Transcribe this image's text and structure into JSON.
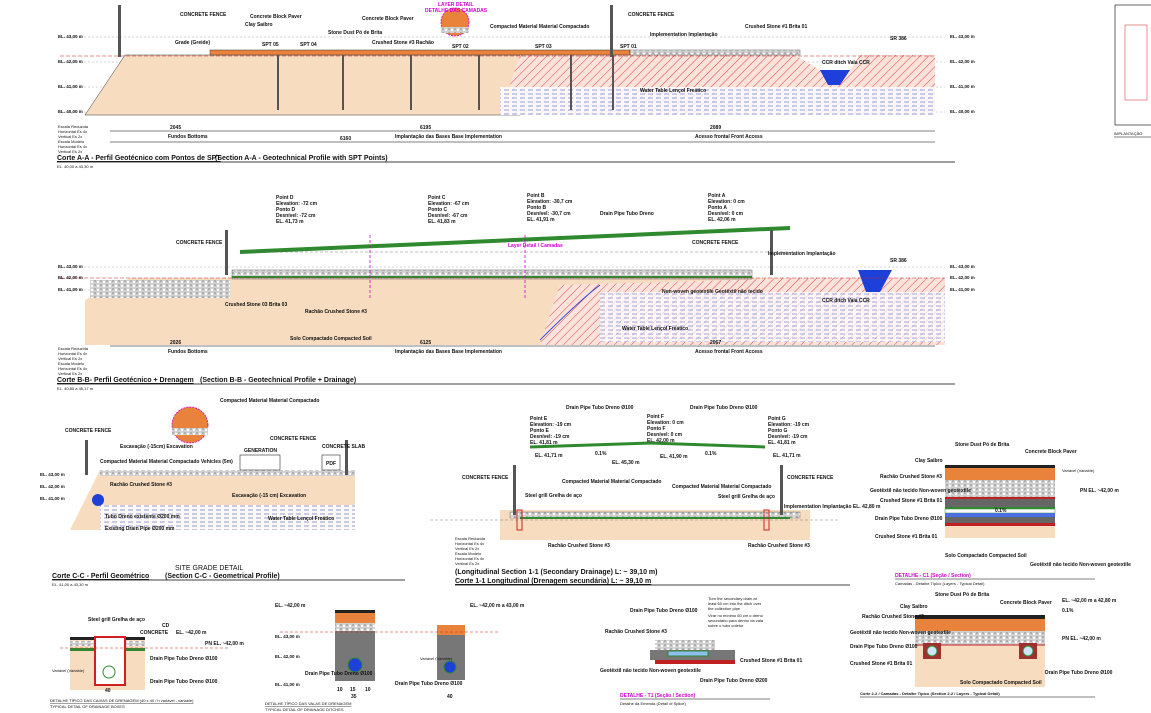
{
  "section_a": {
    "title_pt": "Corte A-A - Perfil Geotécnico com Pontos de SPT",
    "title_en": "(Section A-A - Geotechnical Profile with SPT Points)",
    "subtitle": "EL. 40,00 a 43,30 m",
    "layer_detail": "LAYER DETAIL",
    "layer_detail_pt": "DETALHE DAS CAMADAS",
    "labels": [
      "CONCRETE FENCE",
      "Concrete Block Paver",
      "Clay Saibro",
      "Stone Dust Pó de Brita",
      "Crushed Stone #3 Rachão",
      "Compacted Material Material Compactado",
      "SPT 05",
      "SPT 04",
      "SPT 02",
      "SPT 03",
      "SPT 01",
      "Grade (Greide)",
      "Implementation Implantação",
      "Crushed Stone #1 Brita 01",
      "CCR ditch Vala CCR",
      "Water Table Lençol Freático",
      "SR 386"
    ],
    "elevations": [
      "EL. 43,00 m",
      "EL. 42,00 m",
      "EL. 41,00 m",
      "EL. 40,00 m"
    ],
    "dims": [
      {
        "value": "2045",
        "label": "Fundos Bottoms"
      },
      {
        "value": "6195",
        "label": "Implantação das Bases Base Implementation"
      },
      {
        "value": "6160",
        "label": ""
      },
      {
        "value": "2089",
        "label": "Acesso frontal Front Access"
      }
    ]
  },
  "section_b": {
    "title_pt": "Corte B-B- Perfil Geotécnico + Drenagem",
    "title_en": "(Section B-B - Geotechnical Profile + Drainage)",
    "subtitle": "EL. 40,80 a 45,17 m",
    "points": [
      {
        "lines": [
          "Point D",
          "Elevation: -72 cm",
          "Ponto D",
          "Desnível: -72 cm",
          "EL. 41,73 m"
        ]
      },
      {
        "lines": [
          "Point C",
          "Elevation: -67 cm",
          "Ponto C",
          "Desnível: -67 cm",
          "EL. 41,83 m"
        ]
      },
      {
        "lines": [
          "Point B",
          "Elevation: -30,7 cm",
          "Ponto B",
          "Desnível: -30,7 cm",
          "EL. 41,91 m"
        ]
      },
      {
        "lines": [
          "Point A",
          "Elevation: 0 cm",
          "Ponto A",
          "Desnível: 0 cm",
          "EL. 42,06 m"
        ]
      }
    ],
    "labels": [
      "CONCRETE FENCE",
      "Drain Pipe Tubo Dreno",
      "Crushed Stone 03 Brita 03",
      "Rachão Crushed Stone #3",
      "Non-woven geotextile Geotêxtil não tecido",
      "Solo Compactado Compacted Soil",
      "Water Table Lençol Freático",
      "Implementation Implantação",
      "CCR ditch Vala CCR",
      "SR 386",
      "Layer Detail / Camadas"
    ],
    "elevations": [
      "EL. 43,00 m",
      "EL. 42,00 m",
      "EL. 41,00 m"
    ],
    "dims": [
      {
        "value": "2026",
        "label": "Fundos Bottoms"
      },
      {
        "value": "6125",
        "label": "Implantação das Bases Base Implementation"
      },
      {
        "value": "2067",
        "label": "Acesso frontal Front Access"
      }
    ]
  },
  "scale_note": [
    "Escala Reduzida",
    "Horizontal Es 4x",
    "Vertical Es 2x",
    "Escala Modelo",
    "Horizontal Es 4x",
    "Vertical Es 2x"
  ],
  "section_c": {
    "heading": "SITE GRADE DETAIL",
    "title_pt": "Corte C-C - Perfil Geométrico",
    "title_en": "(Section C-C - Geometrical Profile)",
    "subtitle": "EL. 41,00 a 43,30 m",
    "labels": [
      "CONCRETE FENCE",
      "Compacted Material Material Compactado",
      "Escavação (-15cm) Excavation",
      "Compacted Material Material Compactado Vehicles (5m)",
      "GENERATION",
      "CONCRETE SLAB",
      "PDF",
      "Rachão Crushed Stone #3",
      "Tubo Dreno existente Ø200 mm",
      "Existing Drain Pipe Ø200 mm",
      "Water Table Lençol Freático",
      "Escavação (-15 cm) Excavation"
    ],
    "elevations": [
      "EL. 43,00 m",
      "EL. 42,00 m",
      "EL. 41,00 m"
    ]
  },
  "section_1": {
    "title_en": "(Longitudinal Section 1-1 (Secondary Drainage) L: ~ 39,10 m)",
    "title_pt": "Corte 1-1 Longitudinal (Drenagem secundária) L: ~ 39,10 m",
    "points": [
      {
        "lines": [
          "Point E",
          "Elevation: -19 cm",
          "Ponto E",
          "Desnível: -19 cm",
          "EL. 41,81 m"
        ]
      },
      {
        "lines": [
          "Point F",
          "Elevation: 0 cm",
          "Ponto F",
          "Desnível: 0 cm",
          "EL. 42,00 m"
        ]
      },
      {
        "lines": [
          "Point G",
          "Elevation: -19 cm",
          "Ponto G",
          "Desnível: -19 cm",
          "EL. 41,81 m"
        ]
      }
    ],
    "labels": [
      "CONCRETE FENCE",
      "CONCRETE FENCE",
      "Drain Pipe Tubo Dreno Ø100",
      "Drain Pipe Tubo Dreno Ø100",
      "EL. 41,71 m",
      "EL. 45,30 m",
      "EL. 41,90 m",
      "EL. 41,71 m",
      "Compacted Material Material Compactado",
      "Compacted Material Material Compactado",
      "Steel grill Grelha de aço",
      "Steel grill Grelha de aço",
      "Implementation Implantação EL. 42,80 m",
      "0.1%",
      "0.1%",
      "Rachão Crushed Stone #3"
    ]
  },
  "detail_c1": {
    "title": "DETALHE - C1 (Seção / Section)",
    "subtitle": "Camadas - Detalhe Típico (Layers - Typical Detail)",
    "labels": [
      "Stone Dust Pó de Brita",
      "Concrete Block Paver",
      "Clay Saibro",
      "Rachão Crushed Stone #3",
      "Geotêxtil não tecido Non-woven geotextile",
      "Crushed Stone #1 Brita 01",
      "Drain Pipe Tubo Dreno Ø100",
      "Crushed Stone #1 Brita 01",
      "Solo Compactado Compacted Soil",
      "Geotêxtil não tecido Non-woven geotextile",
      "PN EL. ~42,00 m",
      "0.1%",
      "Variável (Variable)"
    ]
  },
  "detail_boxes": {
    "title_pt": "DETALHE TÍPICO DAS CAIXAS DE DRENAGEM (40 x 40 / h variável - variable)",
    "title_en": "TYPICAL DETAIL OF DRAINAGE BOXES",
    "labels": [
      "Steel grill Grelha de aço",
      "CD",
      "CONCRETE",
      "EL. ~42,00 m",
      "PN EL. ~42,00 m",
      "Drain Pipe Tubo Dreno Ø100",
      "Drain Pipe Tubo Dreno Ø100",
      "40",
      "Variável (Variable)"
    ]
  },
  "detail_ditches": {
    "title_pt": "DETALHE TÍPICO DAS VALAS DE DRENAGEM",
    "title_en": "TYPICAL DETAIL OF DRAINAGE DITCHES",
    "labels": [
      "EL. ~42,00 m",
      "EL. 43,00 m",
      "EL. 42,00 m",
      "EL. 41,00 m",
      "Drain Pipe Tubo Dreno Ø100",
      "Drain Pipe Tubo Dreno Ø100",
      "EL. ~42,00 m a 43,00 m",
      "10",
      "15",
      "10",
      "35",
      "40",
      "Variável (Variable)"
    ]
  },
  "detail_t1": {
    "title": "DETALHE - T1 (Seção / Section)",
    "subtitle": "Detalhe da Emenda (Detail of Splice)",
    "note_en": [
      "Turn the secondary drain at",
      "least 60 cm into the ditch over",
      "the collection pipe"
    ],
    "note_pt": [
      "Virar no mínimo 60 cm o dreno",
      "secundário para dentro da vala",
      "sobre o tubo coletor"
    ],
    "labels": [
      "Drain Pipe Tubo Dreno Ø100",
      "Rachão Crushed Stone #3",
      "Geotêxtil não tecido Non-woven geotextile",
      "Crushed Stone #1 Brita 01",
      "Drain Pipe Tubo Dreno Ø200"
    ]
  },
  "detail_22": {
    "title": "Corte 2-2 / Camadas - Detalhe Típico (Section 2-2 / Layers - Typical Detail)",
    "labels": [
      "Stone Dust Pó de Brita",
      "Concrete Block Paver",
      "Clay Saibro",
      "Rachão Crushed Stone #3",
      "Geotêxtil não tecido Non-woven geotextile",
      "Drain Pipe Tubo Dreno Ø100",
      "Crushed Stone #1 Brita 01",
      "Solo Compactado Compacted Soil",
      "Drain Pipe Tubo Dreno Ø100",
      "EL. ~42,00 m a 42,80 m",
      "PN EL. ~42,00 m",
      "0.1%"
    ]
  },
  "implantacao": {
    "title": "IMPLANTAÇÃO"
  },
  "colors": {
    "soil": "#f7dcc0",
    "orange": "#e9823a",
    "gravel": "#c8c8c8",
    "hatch": "#e04040",
    "green": "#2f8a2f",
    "water": "#1e3fd8",
    "magenta": "#d400d4",
    "red": "#d02020",
    "dark": "#555555"
  }
}
